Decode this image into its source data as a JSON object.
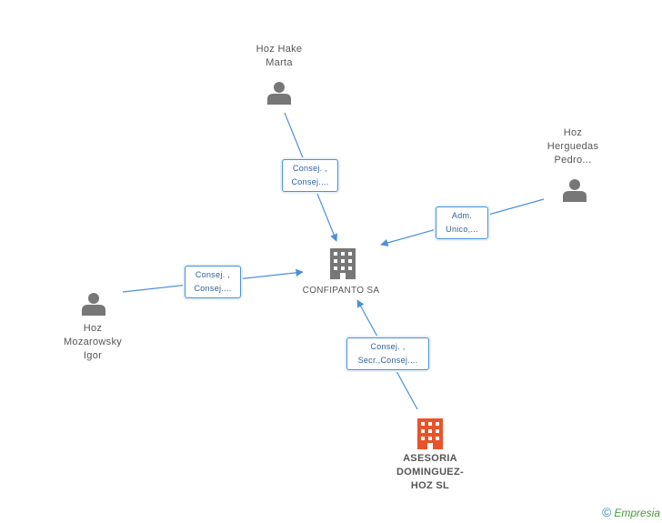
{
  "nodes": {
    "hoz_hake": {
      "lines": [
        "Hoz Hake",
        "Marta"
      ]
    },
    "hoz_herguedas": {
      "lines": [
        "Hoz",
        "Herguedas",
        "Pedro..."
      ]
    },
    "hoz_mozarowsky": {
      "lines": [
        "Hoz",
        "Mozarowsky",
        "Igor"
      ]
    },
    "confipanto": {
      "label": "CONFIPANTO SA"
    },
    "asesoria": {
      "lines": [
        "ASESORIA",
        "DOMINGUEZ-",
        "HOZ SL"
      ]
    }
  },
  "edges": {
    "hake": [
      "Consej. ,",
      "Consej...."
    ],
    "herguedas": [
      "Adm.",
      "Unico,..."
    ],
    "mozarowsky": [
      "Consej. ,",
      "Consej...."
    ],
    "asesoria": [
      "Consej. ,",
      "Secr.,Consej...."
    ]
  },
  "colors": {
    "edge": "#4a90d9",
    "person_icon": "#777777",
    "company_icon": "#777777",
    "company_highlight": "#e8542a"
  },
  "watermark": {
    "symbol": "©",
    "brand": "Empresia"
  }
}
